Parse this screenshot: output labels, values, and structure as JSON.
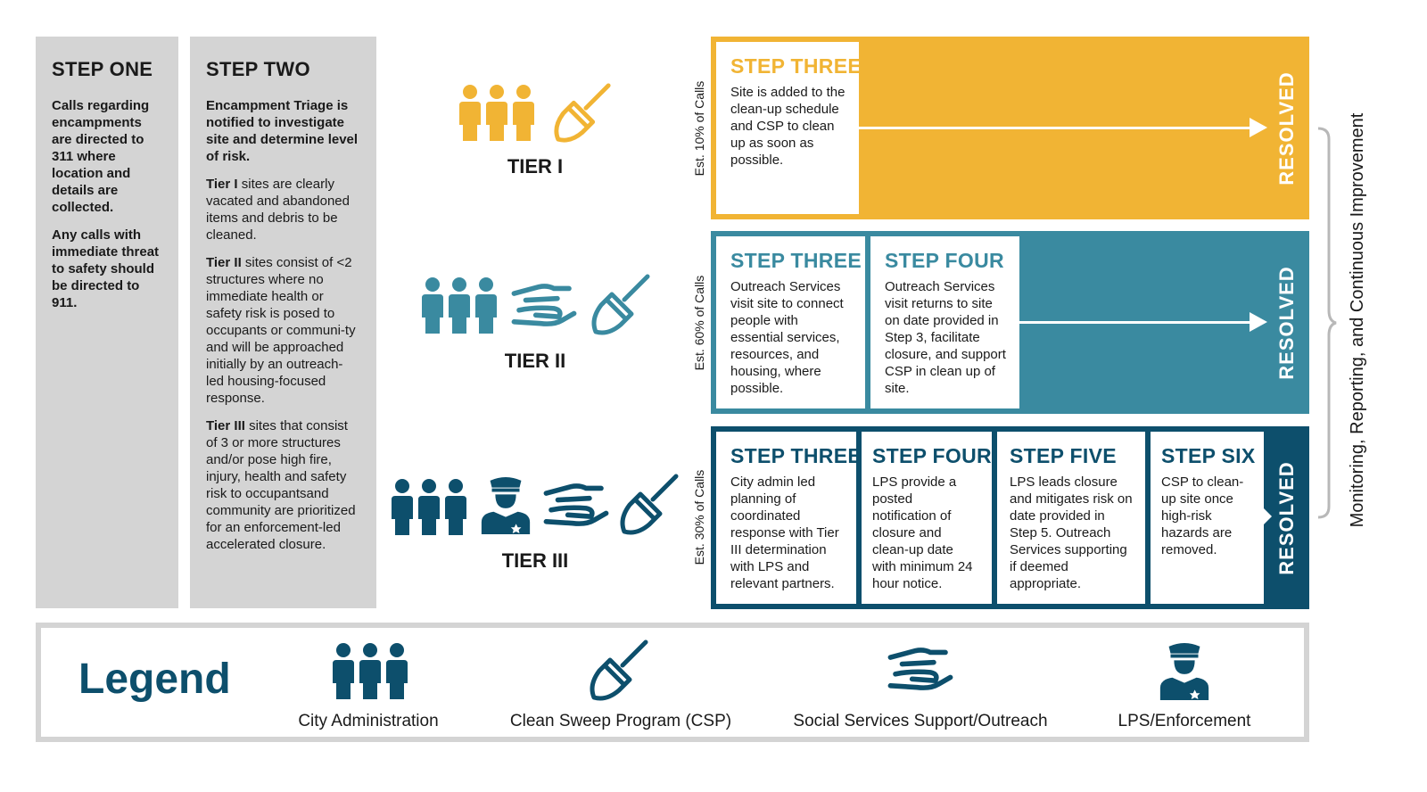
{
  "step_one": {
    "title": "STEP ONE",
    "p1": "Calls regarding encampments are directed to 311 where location and details are collected.",
    "p2": "Any calls with immediate threat to safety should be directed to 911."
  },
  "step_two": {
    "title": "STEP TWO",
    "intro": "Encampment Triage is notified to investigate site and determine level of risk.",
    "tier1_term": "Tier I",
    "tier1_text": " sites are clearly vacated and abandoned items and debris to be cleaned.",
    "tier2_term": "Tier II",
    "tier2_text": " sites consist of <2 structures where no immediate health or safety risk is posed to occupants or communi-ty and will be approached initially by an outreach-led housing-focused response.",
    "tier3_term": "Tier III",
    "tier3_text": " sites that consist of 3 or more structures and/or pose high fire, injury, health and safety risk to occupantsand community are prioritized for an enforcement-led accelerated closure."
  },
  "tiers": {
    "tier1": {
      "label": "TIER I",
      "calls": "Est. 10% of Calls",
      "color": "#f1b434",
      "resolved": "RESOLVED",
      "icons": [
        "city-administration-icon",
        "clean-sweep-icon"
      ],
      "steps": [
        {
          "title": "STEP THREE",
          "text": "Site is added to the clean-up schedule and CSP to clean up as soon as possible."
        }
      ]
    },
    "tier2": {
      "label": "TIER II",
      "calls": "Est. 60% of Calls",
      "color": "#3a8aa0",
      "resolved": "RESOLVED",
      "icons": [
        "city-administration-icon",
        "social-services-icon",
        "clean-sweep-icon"
      ],
      "steps": [
        {
          "title": "STEP THREE",
          "text": "Outreach Services visit site to connect people with essential services, resources, and housing, where possible."
        },
        {
          "title": "STEP FOUR",
          "text": "Outreach Services visit returns to site on date provided in Step 3, facilitate closure, and support CSP in clean up of site."
        }
      ]
    },
    "tier3": {
      "label": "TIER III",
      "calls": "Est. 30% of Calls",
      "color": "#0d4f6c",
      "resolved": "RESOLVED",
      "icons": [
        "city-administration-icon",
        "enforcement-icon",
        "social-services-icon",
        "clean-sweep-icon"
      ],
      "steps": [
        {
          "title": "STEP THREE",
          "text": "City admin led planning of coordinated response with Tier III determination with LPS and relevant partners."
        },
        {
          "title": "STEP FOUR",
          "text": "LPS provide a posted notification of closure and clean-up date with minimum 24 hour notice."
        },
        {
          "title": "STEP FIVE",
          "text": "LPS leads closure and mitigates risk on date provided in Step 5. Outreach Services supporting if deemed appropriate."
        },
        {
          "title": "STEP SIX",
          "text": "CSP to clean-up site once high-risk hazards are removed."
        }
      ]
    }
  },
  "monitoring": "Monitoring, Reporting, and Continuous Improvement",
  "legend": {
    "title": "Legend",
    "items": [
      {
        "label": "City Administration",
        "icon": "city-administration-icon"
      },
      {
        "label": "Clean Sweep Program (CSP)",
        "icon": "clean-sweep-icon"
      },
      {
        "label": "Social Services Support/Outreach",
        "icon": "social-services-icon"
      },
      {
        "label": "LPS/Enforcement",
        "icon": "enforcement-icon"
      }
    ]
  },
  "colors": {
    "panel_gray": "#d4d4d4",
    "yellow": "#f1b434",
    "teal": "#3a8aa0",
    "navy": "#0d4f6c",
    "step_title_yellow": "#f1b434",
    "step_title_teal": "#3a8aa0",
    "step_title_navy": "#0d4f6c"
  }
}
